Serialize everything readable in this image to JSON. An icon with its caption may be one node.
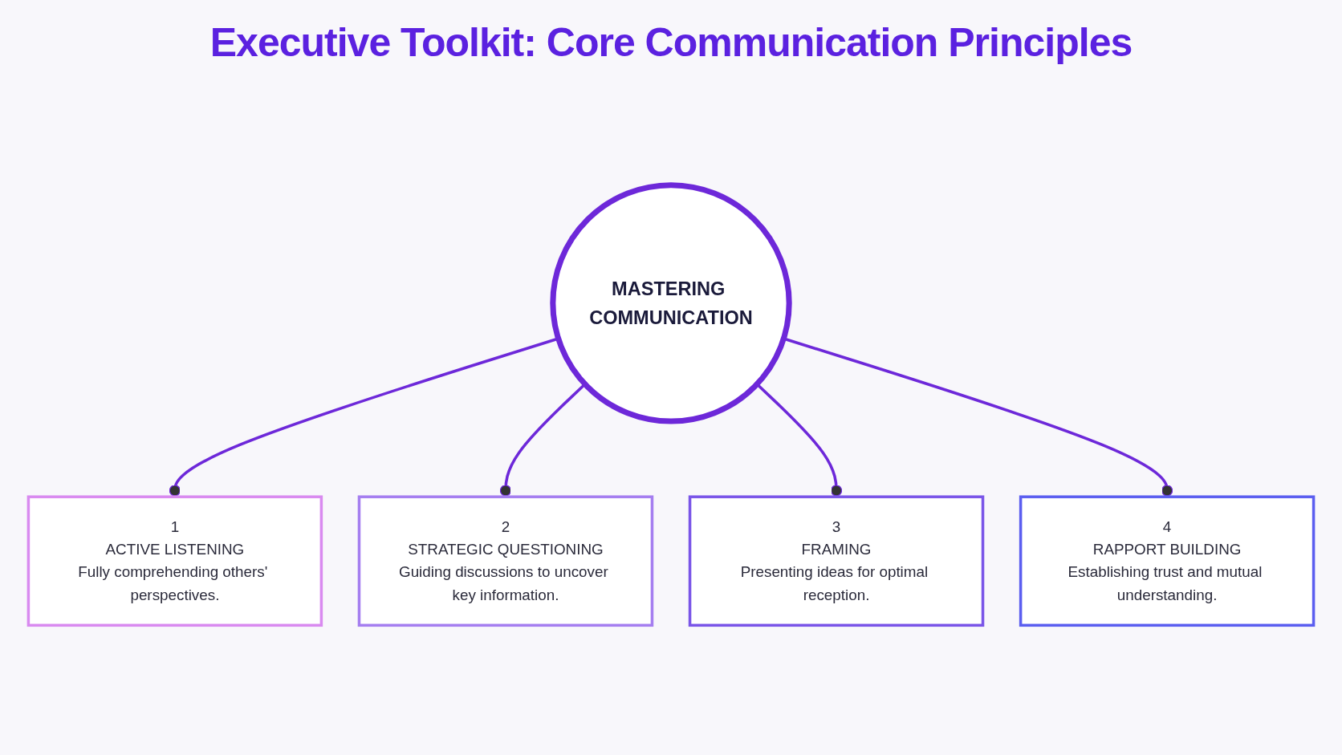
{
  "diagram": {
    "title": "Executive Toolkit: Core Communication Principles",
    "nodes": [
      {
        "text": [
          "MASTERING COMMUNICATION"
        ]
      },
      {
        "text": [
          "1",
          "ACTIVE LISTENING",
          "Fully comprehending others' perspectives."
        ]
      },
      {
        "text": [
          "2",
          "STRATEGIC QUESTIONING",
          "Guiding discussions to uncover key information."
        ]
      },
      {
        "text": [
          "3",
          "FRAMING",
          "Presenting ideas for optimal reception."
        ]
      },
      {
        "text": [
          "4",
          "RAPPORT BUILDING",
          "Establishing trust and mutual understanding."
        ]
      }
    ],
    "edges": [
      {
        "from": 0,
        "to": 1,
        "arrow": "other"
      },
      {
        "from": 0,
        "to": 2,
        "arrow": "other"
      },
      {
        "from": 0,
        "to": 3,
        "arrow": "other"
      },
      {
        "from": 0,
        "to": 4,
        "arrow": "other"
      }
    ]
  }
}
